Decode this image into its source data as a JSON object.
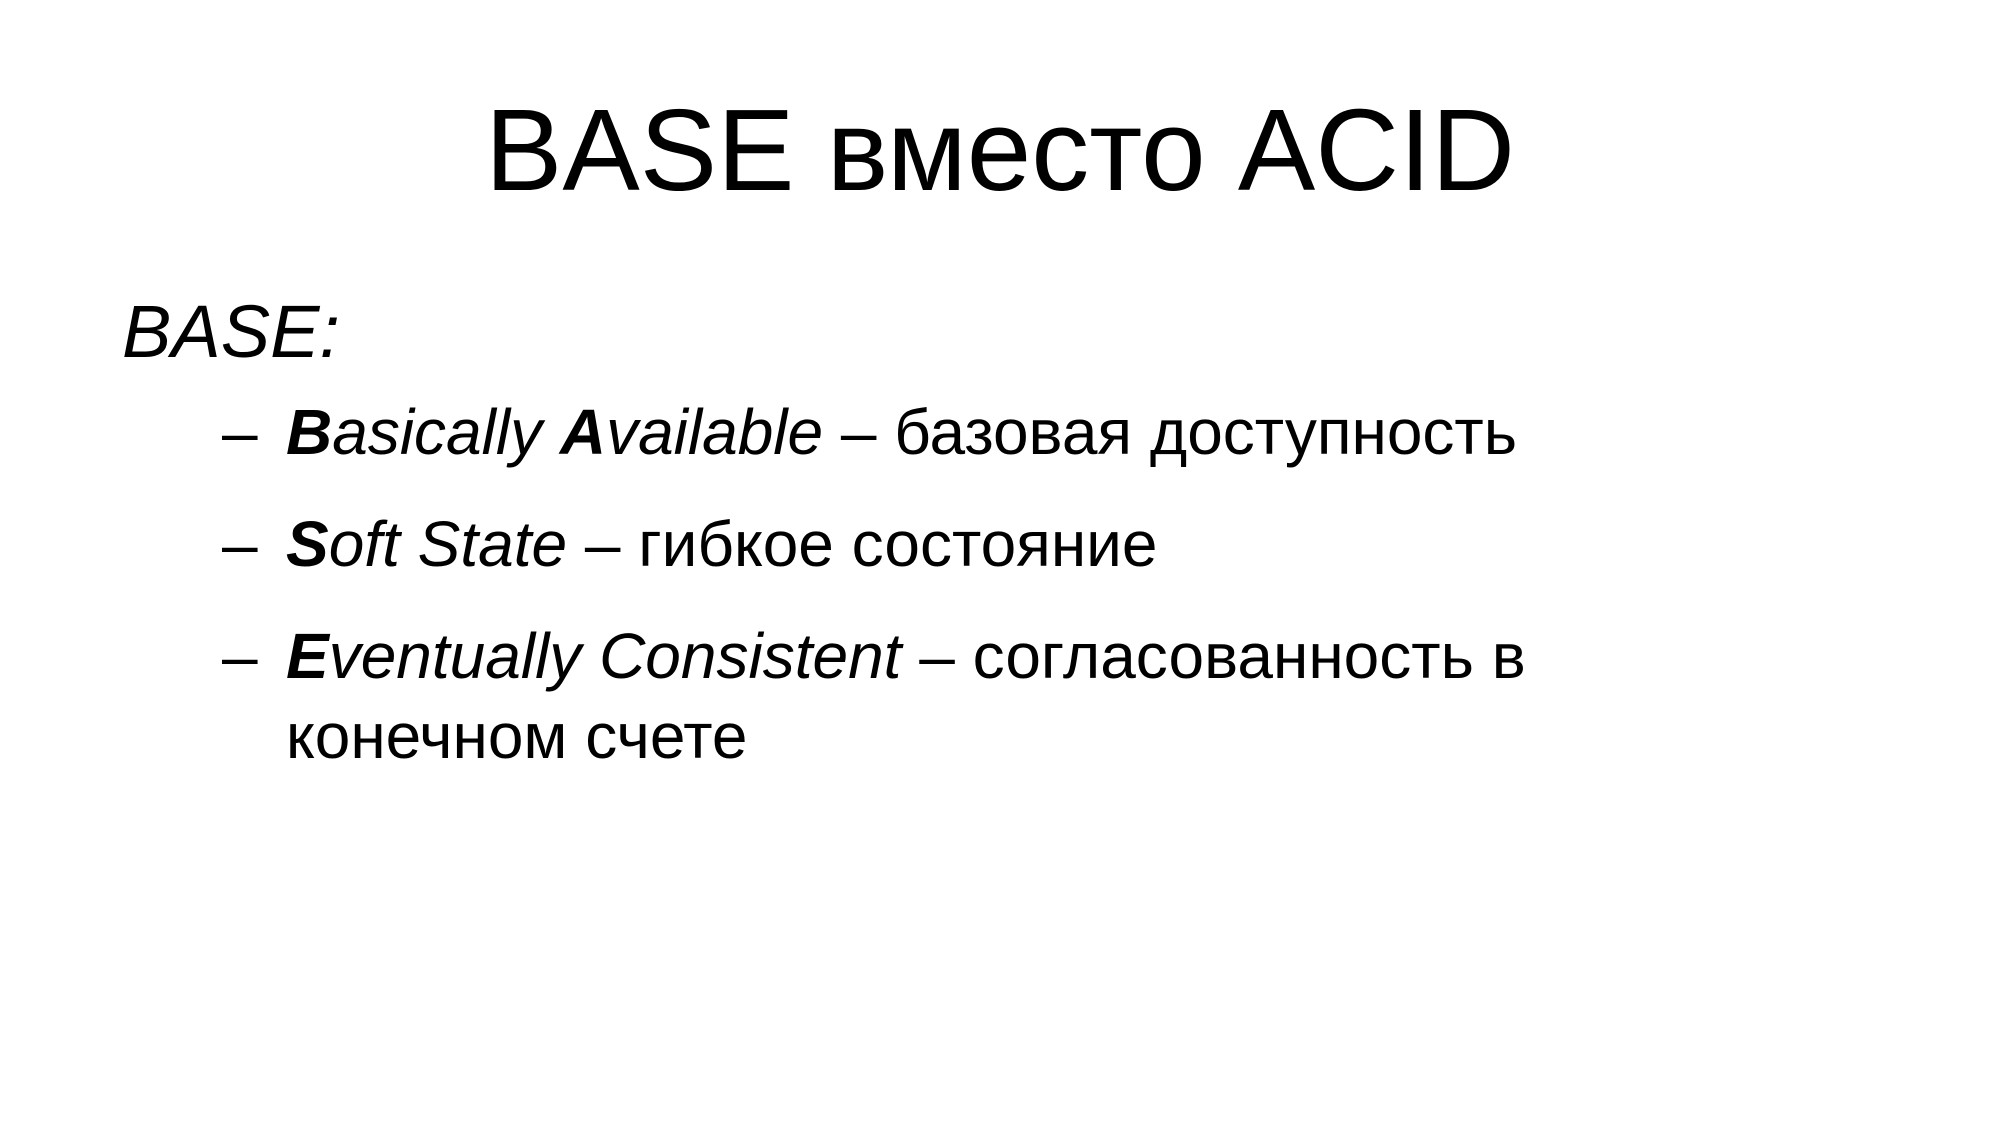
{
  "slide": {
    "title": "BASE вместо ACID",
    "lead": "BASE:",
    "items": [
      {
        "dash": "–",
        "term_parts": [
          {
            "initial": "B",
            "rest": "asically "
          },
          {
            "initial": "A",
            "rest": "vailable"
          }
        ],
        "description": " – базовая доступность"
      },
      {
        "dash": "–",
        "term_parts": [
          {
            "initial": "S",
            "rest": "oft State"
          }
        ],
        "description": " – гибкое состояние"
      },
      {
        "dash": "–",
        "term_parts": [
          {
            "initial": "E",
            "rest": "ventually Consistent"
          }
        ],
        "description": " – согласованность в конечном счете"
      }
    ]
  }
}
